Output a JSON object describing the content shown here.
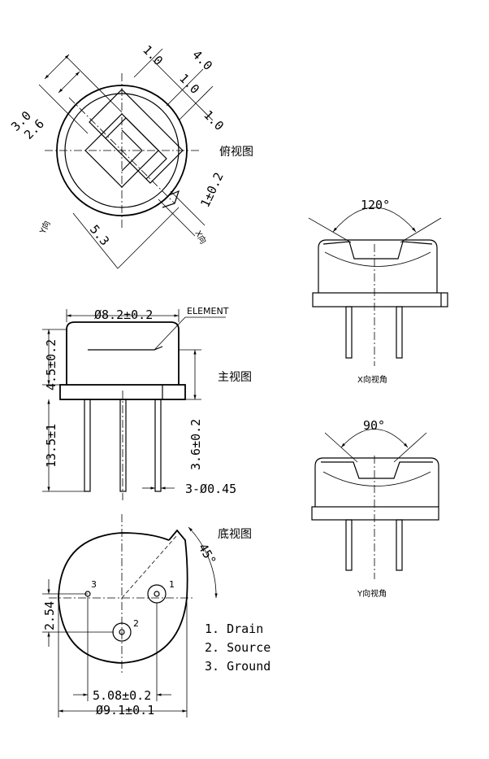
{
  "top_view": {
    "dims": {
      "d30": "3.0",
      "d26": "2.6",
      "d10a": "1.0",
      "d40": "4.0",
      "d10b": "1.0",
      "d10c": "1.0",
      "d1": "1±0.2",
      "d53": "5.3"
    },
    "label": "俯视图",
    "y_dir": "Y向",
    "x_dir": "X向"
  },
  "front_view": {
    "diameter": "Ø8.2±0.2",
    "element": "ELEMENT",
    "height": "4.5±0.2",
    "lead_length": "13.5±1",
    "pin_height": "3.6±0.2",
    "lead_dia": "3-Ø0.45",
    "label": "主视图"
  },
  "bottom_view": {
    "label": "底视图",
    "angle": "45°",
    "pin_spacing_v": "2.54",
    "pin_spacing_h": "5.08±0.2",
    "outer_dia": "Ø9.1±0.1",
    "pin1": "1",
    "pin2": "2",
    "pin3": "3"
  },
  "pins": [
    "1.  Drain",
    "2.  Source",
    "3.  Ground"
  ],
  "x_angle_view": {
    "angle": "120°",
    "label": "X向视角"
  },
  "y_angle_view": {
    "angle": "90°",
    "label": "Y向视角"
  }
}
